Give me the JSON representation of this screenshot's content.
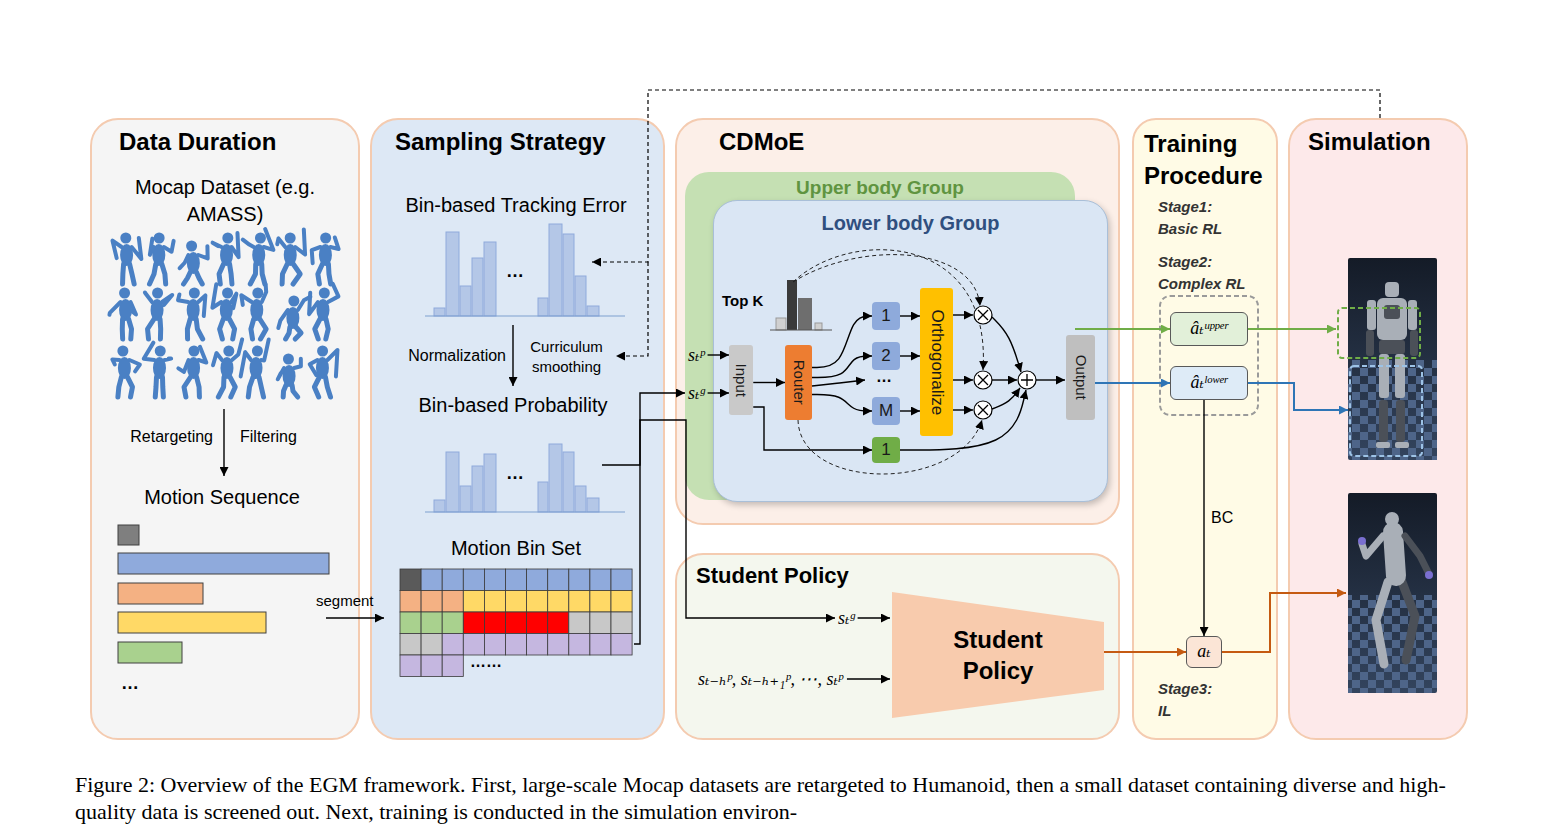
{
  "diagram": {
    "caption": "Figure 2: Overview of the EGM framework. First, large-scale Mocap datasets are retargeted to Humanoid, then a small dataset containing diverse and high-quality data is screened out. Next, training is conducted in the simulation environ-",
    "nodes": [
      {
        "text": [
          "Data Duration"
        ]
      },
      {
        "text": [
          "Sampling Strategy"
        ]
      },
      {
        "text": [
          "CDMoE"
        ]
      },
      {
        "text": [
          "Upper body Group"
        ],
        "in": 2
      },
      {
        "text": [
          "Lower body Group"
        ],
        "in": 2
      },
      {
        "text": [
          "Input"
        ],
        "in": 4
      },
      {
        "text": [
          "Router"
        ],
        "in": 4
      },
      {
        "text": [
          "1"
        ],
        "in": 4
      },
      {
        "text": [
          "2"
        ],
        "in": 4
      },
      {
        "text": [
          "M"
        ],
        "in": 4
      },
      {
        "text": [
          "1"
        ],
        "in": 4
      },
      {
        "text": [
          "Orthogonalize"
        ],
        "in": 4
      },
      {
        "text": [
          "Output"
        ],
        "in": 4
      },
      {
        "text": [
          "Student Policy"
        ]
      },
      {
        "text": [
          "Student Policy"
        ],
        "in": 13
      },
      {
        "text": [
          "Training Procedure"
        ]
      },
      {
        "text": [
          "âₜᵘᵖᵖᵉʳ"
        ],
        "in": 15
      },
      {
        "text": [
          "âₜˡᵒʷᵉʳ"
        ],
        "in": 15
      },
      {
        "text": [
          "aₜ"
        ],
        "in": 15
      },
      {
        "text": [
          "Simulation"
        ]
      }
    ],
    "edges": [
      {
        "from": 5,
        "to": 6,
        "arrow": "to"
      },
      {
        "from": 6,
        "to": 7,
        "arrow": "to"
      },
      {
        "from": 6,
        "to": 8,
        "arrow": "to"
      },
      {
        "from": 6,
        "to": 9,
        "arrow": "to"
      },
      {
        "from": 5,
        "to": 10,
        "arrow": "to"
      },
      {
        "from": 7,
        "to": 11,
        "arrow": "to"
      },
      {
        "from": 8,
        "to": 11,
        "arrow": "to"
      },
      {
        "from": 9,
        "to": 11,
        "arrow": "to"
      },
      {
        "from": 3,
        "to": 16,
        "arrow": "to"
      },
      {
        "from": 12,
        "to": 17,
        "arrow": "to"
      },
      {
        "from": 17,
        "to": 18,
        "label": "BC",
        "arrow": "to"
      },
      {
        "from": 14,
        "to": 18,
        "arrow": "to"
      }
    ],
    "labels": [
      "Mocap Dataset (e.g. AMASS)",
      "Retargeting",
      "Filtering",
      "Motion Sequence",
      "…",
      "segment",
      "Bin-based Tracking Error",
      "…",
      "Normalization",
      "Curriculum smoothing",
      "Bin-based Probability",
      "…",
      "Motion Bin Set",
      "……",
      "Top K",
      "…",
      "sₜᵖ",
      "sₜᵍ",
      "sₜᵍ",
      "sₜ₋ₕᵖ, sₜ₋ₕ₊₁ᵖ, ⋯, sₜᵖ",
      "Stage1: Basic RL",
      "Stage2: Complex RL",
      "Stage3: IL"
    ]
  }
}
